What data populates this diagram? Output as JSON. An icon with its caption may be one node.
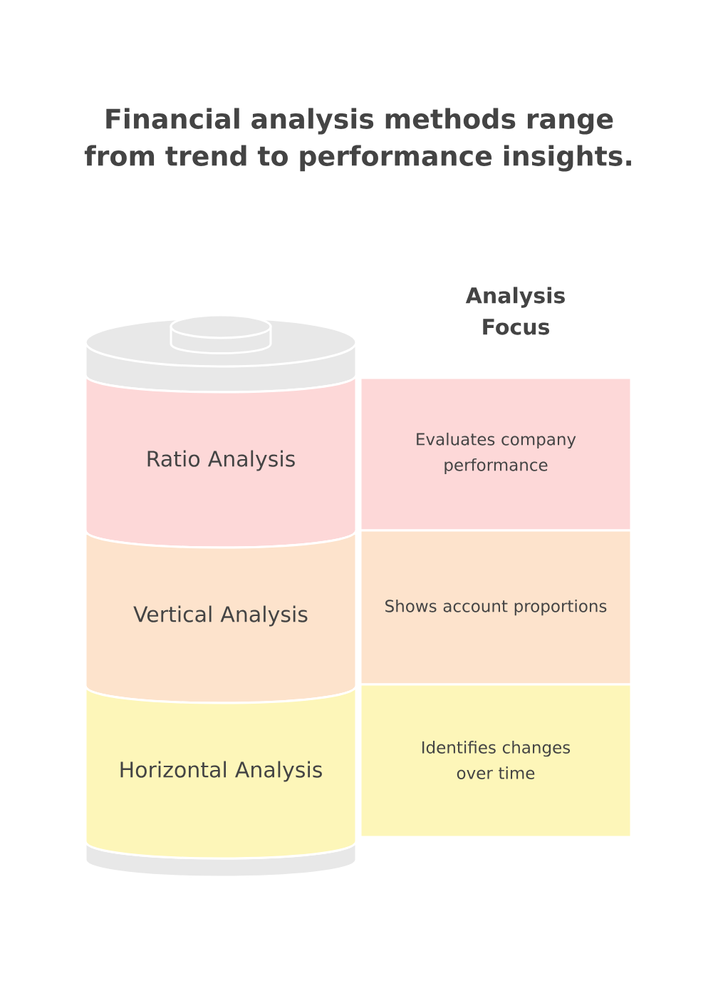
{
  "diagram": {
    "title": "Financial analysis methods range from trend to performance insights.",
    "nodes": [
      {
        "text": [
          "Ratio Analysis"
        ]
      },
      {
        "text": [
          "Vertical Analysis"
        ]
      },
      {
        "text": [
          "Horizontal Analysis"
        ]
      },
      {
        "text": [
          "Evaluates company performance"
        ]
      },
      {
        "text": [
          "Shows account proportions"
        ]
      },
      {
        "text": [
          "Identifies changes over time"
        ]
      }
    ],
    "labels": [
      "Analysis Focus"
    ]
  }
}
